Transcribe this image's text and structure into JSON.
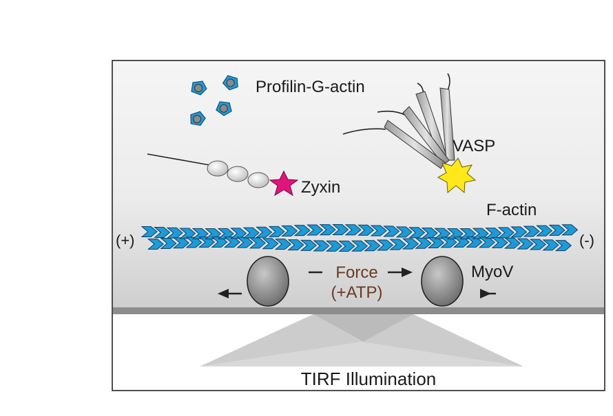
{
  "labels": {
    "profilin": "Profilin-G-actin",
    "vasp": "VASP",
    "zyxin": "Zyxin",
    "factin": "F-actin",
    "plus_end": "(+)",
    "minus_end": "(-)",
    "force": "Force",
    "atp": "(+ATP)",
    "myov": "MyoV",
    "tirf": "TIRF Illumination"
  },
  "colors": {
    "actin_blue": "#1e9ad6",
    "zyxin_magenta": "#e0147c",
    "vasp_star": "#ffe81a",
    "force_text": "#6a3b22",
    "surface": "#8d8d8d"
  },
  "icons": {
    "g_actin": "profilin-g-actin-icon",
    "vasp_star": "vasp-star-icon",
    "zyxin_star": "zyxin-star-icon",
    "myosin": "myosin-head-icon"
  }
}
